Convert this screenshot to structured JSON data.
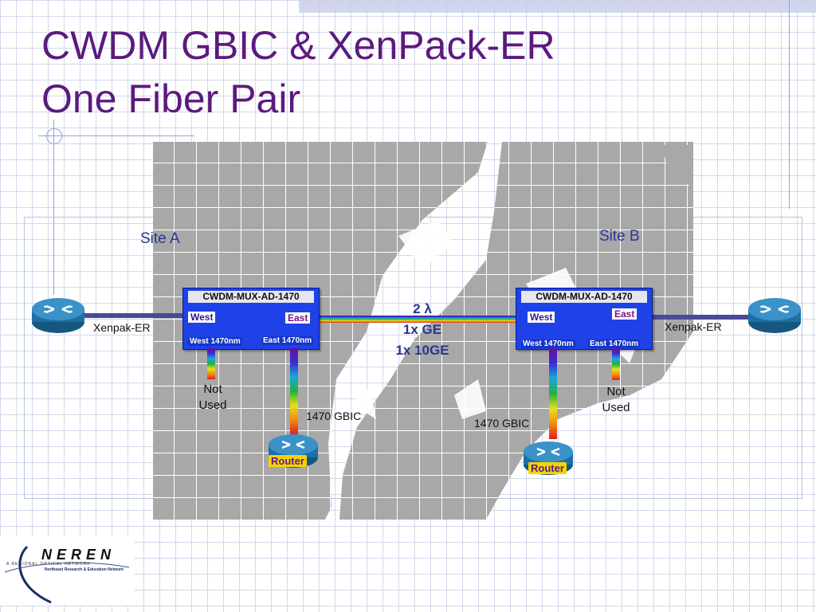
{
  "slide": {
    "title_line1": "CWDM GBIC & XenPack-ER",
    "title_line2": "One Fiber Pair"
  },
  "site_a": {
    "label": "Site A",
    "mux": {
      "name": "CWDM-MUX-AD-1470",
      "west": "West",
      "east": "East",
      "west_port": "West 1470nm",
      "east_port": "East 1470nm"
    },
    "xenpak_label": "Xenpak-ER",
    "not_used_line1": "Not",
    "not_used_line2": "Used",
    "gbic_label": "1470 GBIC",
    "router_label": "Router"
  },
  "site_b": {
    "label": "Site B",
    "mux": {
      "name": "CWDM-MUX-AD-1470",
      "west": "West",
      "east": "East",
      "west_port": "West 1470nm",
      "east_port": "East 1470nm"
    },
    "xenpak_label": "Xenpak-ER",
    "not_used_line1": "Not",
    "not_used_line2": "Used",
    "gbic_label": "1470 GBIC",
    "router_label": "Router"
  },
  "link": {
    "lambda": "2 λ",
    "ge": "1x GE",
    "tenge": "1x 10GE"
  },
  "colors": {
    "title": "#5b1a7e",
    "site_label": "#2a3590",
    "mux_blue": "#1f42e8",
    "map_gray": "#a8a8a8",
    "router_blue": "#1d6fa8",
    "router_label_bg": "#f4d400"
  },
  "logo": {
    "name": "NEREN",
    "tagline": "Northeast Research & Education Network",
    "arc_text": "A REGIONAL OPTICAL NETWORK"
  }
}
